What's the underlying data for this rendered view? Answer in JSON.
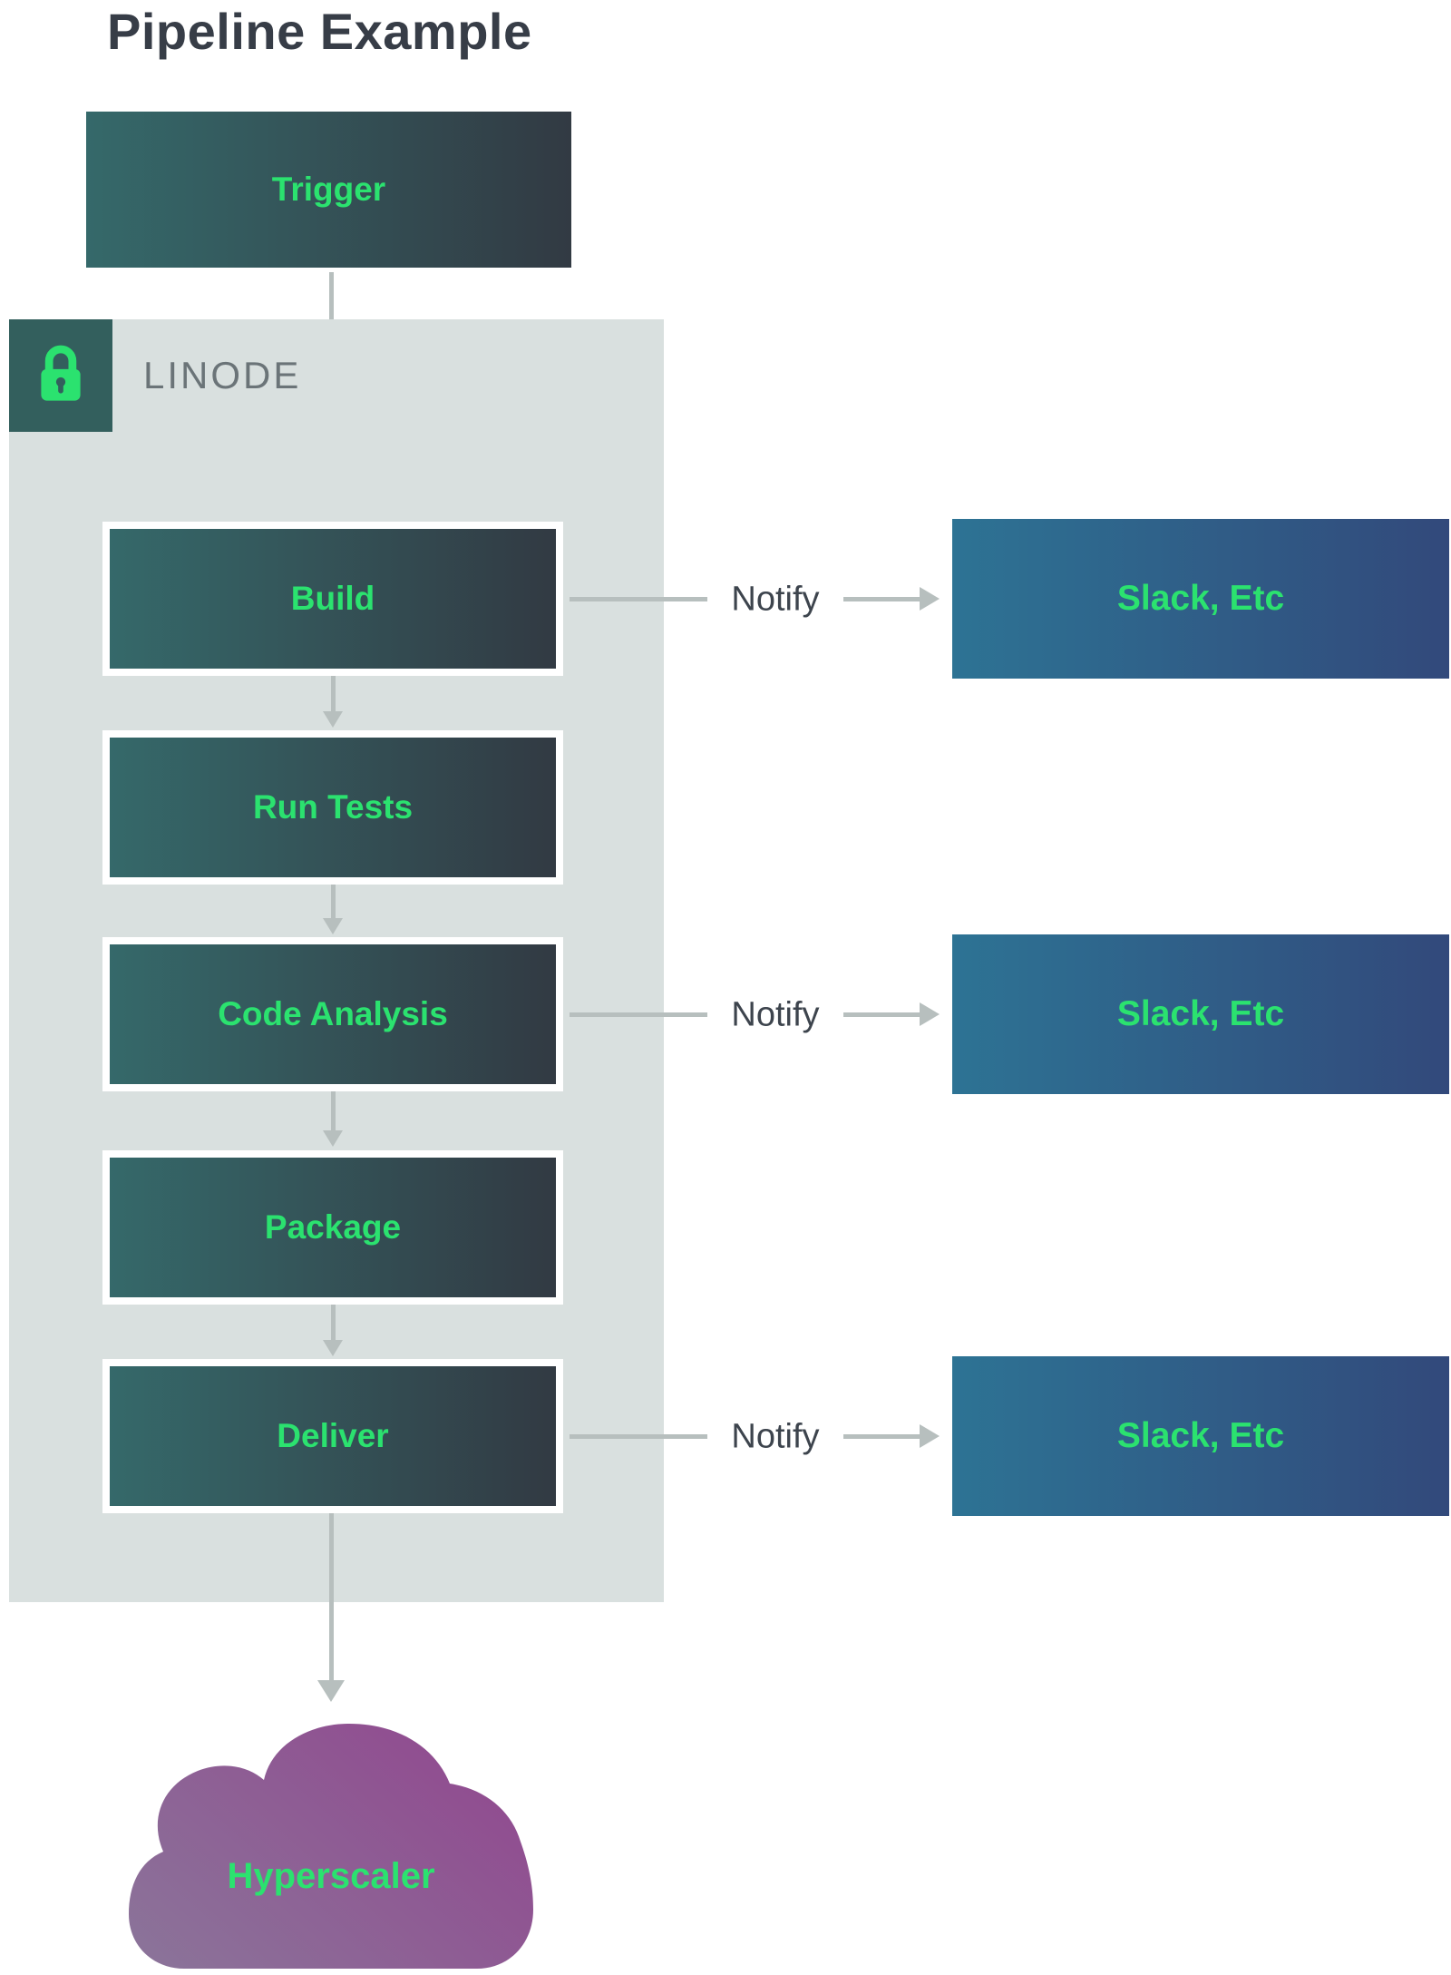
{
  "title": "Pipeline Example",
  "trigger": {
    "label": "Trigger"
  },
  "container": {
    "label": "LINODE",
    "icon": "lock-icon"
  },
  "stages": [
    {
      "label": "Build",
      "notifies": true
    },
    {
      "label": "Run Tests",
      "notifies": false
    },
    {
      "label": "Code Analysis",
      "notifies": true
    },
    {
      "label": "Package",
      "notifies": false
    },
    {
      "label": "Deliver",
      "notifies": true
    }
  ],
  "notify": {
    "label": "Notify",
    "target": "Slack, Etc"
  },
  "cloud": {
    "label": "Hyperscaler"
  },
  "colors": {
    "stage_gradient_start": "#35696a",
    "stage_gradient_end": "#323a43",
    "notify_box_gradient_start": "#2d7394",
    "notify_box_gradient_end": "#32497b",
    "cloud_gradient_start": "#8b7299",
    "cloud_gradient_end": "#91488f",
    "accent_green": "#2be26f",
    "container_bg": "#d9e0df",
    "lock_square_bg": "#335f5d",
    "arrow_gray": "#b7bfbe",
    "title_text": "#373d47",
    "linode_text": "#6b7478"
  }
}
